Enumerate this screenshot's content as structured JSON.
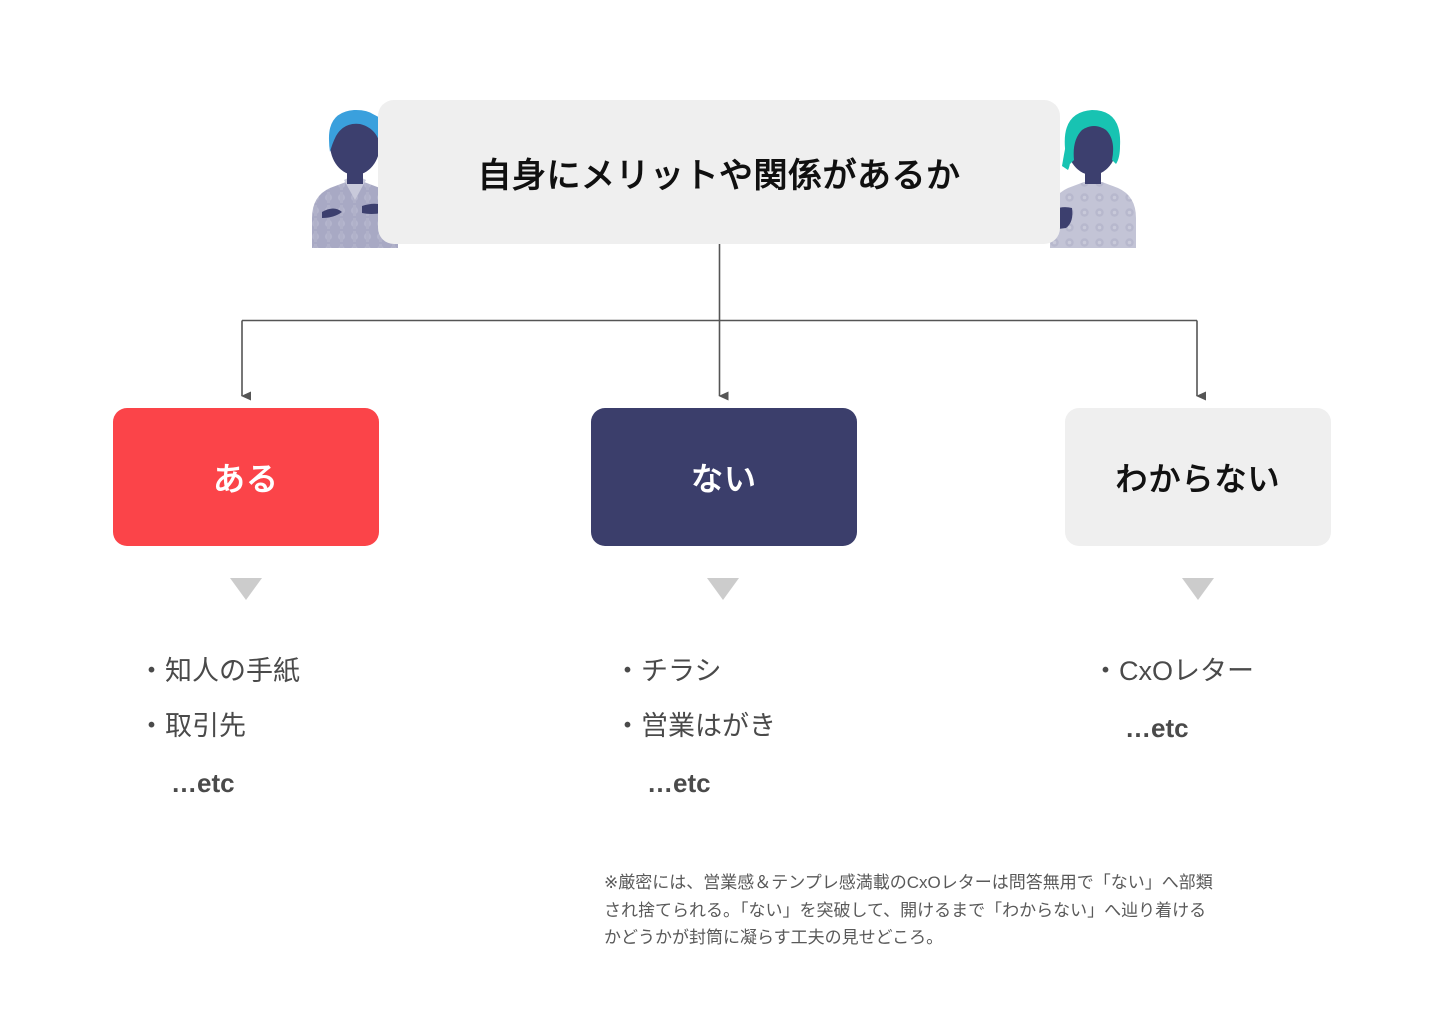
{
  "diagram": {
    "title": "自身にメリットや関係があるか",
    "speakers": [
      {
        "name": "person-left",
        "hair_color": "#3aa0dd",
        "face_color": "#3c3f6e",
        "body_color": "#a8a9c4"
      },
      {
        "name": "person-right",
        "hair_color": "#18c3b2",
        "face_color": "#3c3f6e",
        "body_color": "#c3c4d6"
      }
    ],
    "branches": [
      {
        "label": "ある",
        "box_color": "#fb4449",
        "text_color": "#ffffff",
        "caret_color": "#cccccc",
        "items": [
          "・知人の手紙",
          "・取引先"
        ],
        "etc": "…etc"
      },
      {
        "label": "ない",
        "box_color": "#3b3e6b",
        "text_color": "#ffffff",
        "caret_color": "#cccccc",
        "items": [
          "・チラシ",
          "・営業はがき"
        ],
        "etc": "…etc"
      },
      {
        "label": "わからない",
        "box_color": "#efefef",
        "text_color": "#111111",
        "caret_color": "#cccccc",
        "items": [
          "・CxOレター"
        ],
        "etc": "…etc"
      }
    ],
    "footnote": {
      "line1": "※厳密には、営業感＆テンプレ感満載のCxOレターは問答無用で「ない」へ部類",
      "line2": "され捨てられる。「ない」を突破して、開けるまで「わからない」へ辿り着ける",
      "line3": "かどうかが封筒に凝らす工夫の見せどころ。"
    },
    "connector_color": "#555555"
  }
}
